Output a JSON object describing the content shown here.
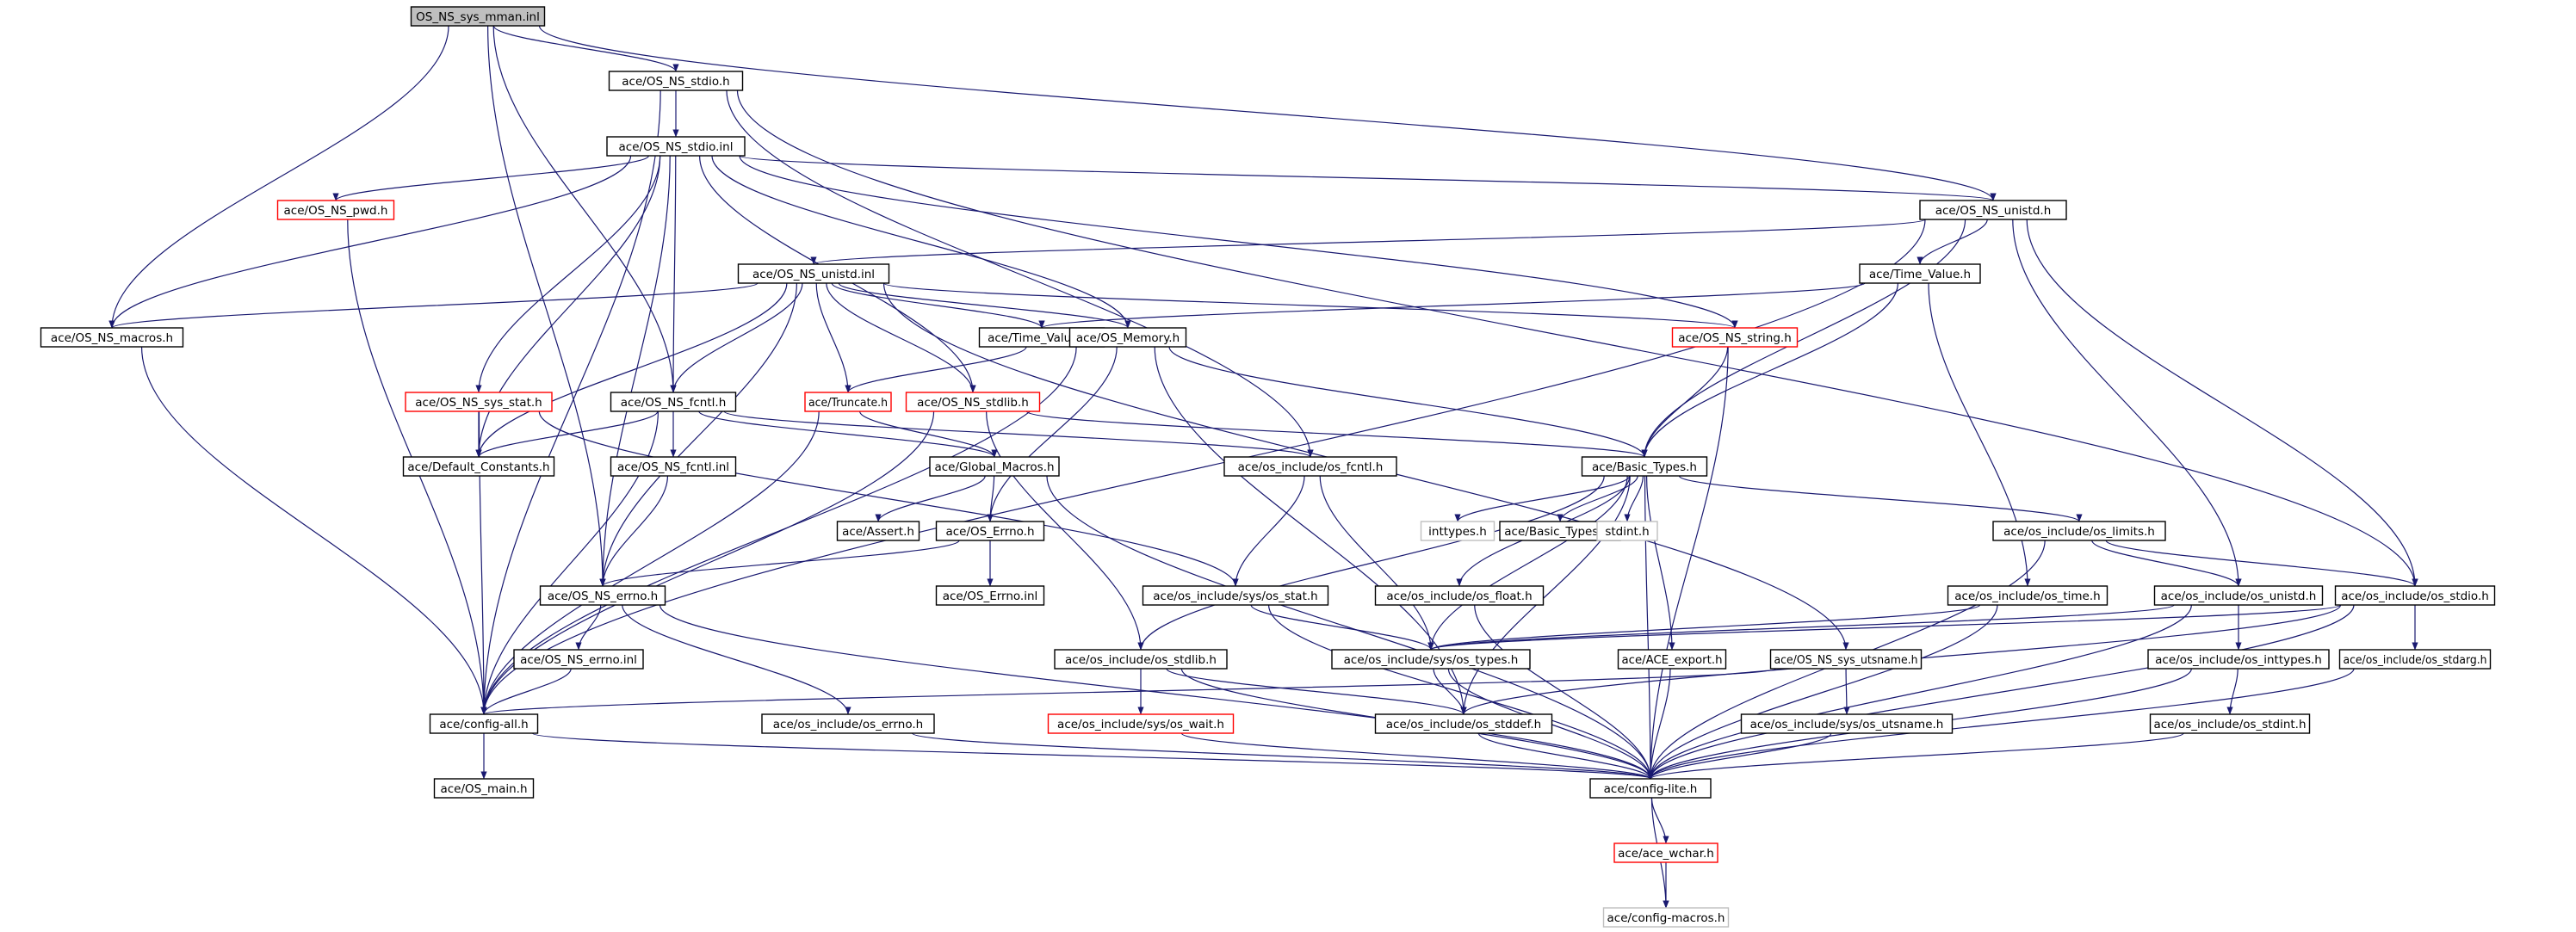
{
  "colors": {
    "edge": "#191970",
    "node_border": "#000000",
    "node_border_incomplete": "#ff0000",
    "node_border_external": "#bfbfbf",
    "node_fill_root": "#bfbfbf",
    "node_fill": "#ffffff"
  },
  "nodes": [
    {
      "id": "root",
      "label": "OS_NS_sys_mman.inl",
      "style": "root"
    },
    {
      "id": "stdio_h",
      "label": "ace/OS_NS_stdio.h",
      "style": "normal"
    },
    {
      "id": "stdio_inl",
      "label": "ace/OS_NS_stdio.inl",
      "style": "normal"
    },
    {
      "id": "unistd_h",
      "label": "ace/OS_NS_unistd.h",
      "style": "normal"
    },
    {
      "id": "pwd_h",
      "label": "ace/OS_NS_pwd.h",
      "style": "incomplete"
    },
    {
      "id": "unistd_inl",
      "label": "ace/OS_NS_unistd.inl",
      "style": "normal"
    },
    {
      "id": "time_value_h",
      "label": "ace/Time_Value.h",
      "style": "normal"
    },
    {
      "id": "macros_h",
      "label": "ace/OS_NS_macros.h",
      "style": "normal"
    },
    {
      "id": "time_value_inl",
      "label": "ace/Time_Value.inl",
      "style": "normal"
    },
    {
      "id": "memory_h",
      "label": "ace/OS_Memory.h",
      "style": "normal"
    },
    {
      "id": "string_h",
      "label": "ace/OS_NS_string.h",
      "style": "incomplete"
    },
    {
      "id": "sys_stat_h",
      "label": "ace/OS_NS_sys_stat.h",
      "style": "incomplete"
    },
    {
      "id": "fcntl_h",
      "label": "ace/OS_NS_fcntl.h",
      "style": "normal"
    },
    {
      "id": "truncate_h",
      "label": "ace/Truncate.h",
      "style": "incomplete"
    },
    {
      "id": "stdlib_h",
      "label": "ace/OS_NS_stdlib.h",
      "style": "incomplete"
    },
    {
      "id": "default_constants_h",
      "label": "ace/Default_Constants.h",
      "style": "normal"
    },
    {
      "id": "fcntl_inl",
      "label": "ace/OS_NS_fcntl.inl",
      "style": "normal"
    },
    {
      "id": "global_macros_h",
      "label": "ace/Global_Macros.h",
      "style": "normal"
    },
    {
      "id": "os_include_fcntl_h",
      "label": "ace/os_include/os_fcntl.h",
      "style": "normal"
    },
    {
      "id": "basic_types_h",
      "label": "ace/Basic_Types.h",
      "style": "normal"
    },
    {
      "id": "assert_h",
      "label": "ace/Assert.h",
      "style": "normal"
    },
    {
      "id": "os_errno_h",
      "label": "ace/OS_Errno.h",
      "style": "normal"
    },
    {
      "id": "inttypes_h",
      "label": "inttypes.h",
      "style": "external"
    },
    {
      "id": "basic_types_inl",
      "label": "ace/Basic_Types.inl",
      "style": "normal"
    },
    {
      "id": "stdint_h",
      "label": "stdint.h",
      "style": "external"
    },
    {
      "id": "os_limits_h",
      "label": "ace/os_include/os_limits.h",
      "style": "normal"
    },
    {
      "id": "ns_errno_h",
      "label": "ace/OS_NS_errno.h",
      "style": "normal"
    },
    {
      "id": "os_errno_inl",
      "label": "ace/OS_Errno.inl",
      "style": "normal"
    },
    {
      "id": "sys_os_stat_h",
      "label": "ace/os_include/sys/os_stat.h",
      "style": "normal"
    },
    {
      "id": "os_float_h",
      "label": "ace/os_include/os_float.h",
      "style": "normal"
    },
    {
      "id": "os_time_h",
      "label": "ace/os_include/os_time.h",
      "style": "normal"
    },
    {
      "id": "os_unistd_h",
      "label": "ace/os_include/os_unistd.h",
      "style": "normal"
    },
    {
      "id": "os_stdio_h",
      "label": "ace/os_include/os_stdio.h",
      "style": "normal"
    },
    {
      "id": "ns_errno_inl",
      "label": "ace/OS_NS_errno.inl",
      "style": "normal"
    },
    {
      "id": "os_stdlib_h",
      "label": "ace/os_include/os_stdlib.h",
      "style": "normal"
    },
    {
      "id": "sys_os_types_h",
      "label": "ace/os_include/sys/os_types.h",
      "style": "normal"
    },
    {
      "id": "ace_export_h",
      "label": "ace/ACE_export.h",
      "style": "normal"
    },
    {
      "id": "sys_utsname_h",
      "label": "ace/OS_NS_sys_utsname.h",
      "style": "normal"
    },
    {
      "id": "os_inttypes_h",
      "label": "ace/os_include/os_inttypes.h",
      "style": "normal"
    },
    {
      "id": "os_stdarg_h",
      "label": "ace/os_include/os_stdarg.h",
      "style": "normal"
    },
    {
      "id": "config_all_h",
      "label": "ace/config-all.h",
      "style": "normal"
    },
    {
      "id": "os_include_errno_h",
      "label": "ace/os_include/os_errno.h",
      "style": "normal"
    },
    {
      "id": "sys_os_wait_h",
      "label": "ace/os_include/sys/os_wait.h",
      "style": "incomplete"
    },
    {
      "id": "os_stddef_h",
      "label": "ace/os_include/os_stddef.h",
      "style": "normal"
    },
    {
      "id": "sys_os_utsname_h",
      "label": "ace/os_include/sys/os_utsname.h",
      "style": "normal"
    },
    {
      "id": "os_stdint_h",
      "label": "ace/os_include/os_stdint.h",
      "style": "normal"
    },
    {
      "id": "os_main_h",
      "label": "ace/OS_main.h",
      "style": "normal"
    },
    {
      "id": "config_lite_h",
      "label": "ace/config-lite.h",
      "style": "normal"
    },
    {
      "id": "ace_wchar_h",
      "label": "ace/ace_wchar.h",
      "style": "incomplete"
    },
    {
      "id": "config_macros_h",
      "label": "ace/config-macros.h",
      "style": "external"
    }
  ],
  "edges": [
    [
      "root",
      "stdio_h"
    ],
    [
      "root",
      "unistd_h"
    ],
    [
      "root",
      "macros_h"
    ],
    [
      "root",
      "fcntl_h"
    ],
    [
      "root",
      "ns_errno_h"
    ],
    [
      "stdio_h",
      "stdio_inl"
    ],
    [
      "stdio_h",
      "config_all_h"
    ],
    [
      "stdio_h",
      "os_include_fcntl_h"
    ],
    [
      "stdio_h",
      "os_stdio_h"
    ],
    [
      "stdio_inl",
      "fcntl_h"
    ],
    [
      "stdio_inl",
      "macros_h"
    ],
    [
      "stdio_inl",
      "pwd_h"
    ],
    [
      "stdio_inl",
      "sys_stat_h"
    ],
    [
      "stdio_inl",
      "unistd_h"
    ],
    [
      "stdio_inl",
      "memory_h"
    ],
    [
      "stdio_inl",
      "string_h"
    ],
    [
      "stdio_inl",
      "stdlib_h"
    ],
    [
      "stdio_inl",
      "default_constants_h"
    ],
    [
      "stdio_inl",
      "ns_errno_h"
    ],
    [
      "pwd_h",
      "config_all_h"
    ],
    [
      "unistd_h",
      "unistd_inl"
    ],
    [
      "unistd_h",
      "time_value_h"
    ],
    [
      "unistd_h",
      "basic_types_h"
    ],
    [
      "unistd_h",
      "os_unistd_h"
    ],
    [
      "unistd_h",
      "os_stdio_h"
    ],
    [
      "unistd_h",
      "config_all_h"
    ],
    [
      "unistd_inl",
      "macros_h"
    ],
    [
      "unistd_inl",
      "time_value_inl"
    ],
    [
      "unistd_inl",
      "memory_h"
    ],
    [
      "unistd_inl",
      "string_h"
    ],
    [
      "unistd_inl",
      "fcntl_h"
    ],
    [
      "unistd_inl",
      "truncate_h"
    ],
    [
      "unistd_inl",
      "default_constants_h"
    ],
    [
      "unistd_inl",
      "ns_errno_h"
    ],
    [
      "unistd_inl",
      "sys_utsname_h"
    ],
    [
      "unistd_inl",
      "stdlib_h"
    ],
    [
      "time_value_h",
      "time_value_inl"
    ],
    [
      "time_value_h",
      "basic_types_h"
    ],
    [
      "time_value_h",
      "os_time_h"
    ],
    [
      "macros_h",
      "config_all_h"
    ],
    [
      "time_value_inl",
      "truncate_h"
    ],
    [
      "memory_h",
      "basic_types_h"
    ],
    [
      "memory_h",
      "os_errno_h"
    ],
    [
      "memory_h",
      "os_stddef_h"
    ],
    [
      "memory_h",
      "config_all_h"
    ],
    [
      "string_h",
      "basic_types_h"
    ],
    [
      "string_h",
      "config_lite_h"
    ],
    [
      "sys_stat_h",
      "default_constants_h"
    ],
    [
      "sys_stat_h",
      "sys_os_stat_h"
    ],
    [
      "sys_stat_h",
      "config_all_h"
    ],
    [
      "fcntl_h",
      "default_constants_h"
    ],
    [
      "fcntl_h",
      "fcntl_inl"
    ],
    [
      "fcntl_h",
      "global_macros_h"
    ],
    [
      "fcntl_h",
      "os_include_fcntl_h"
    ],
    [
      "fcntl_h",
      "config_all_h"
    ],
    [
      "truncate_h",
      "global_macros_h"
    ],
    [
      "truncate_h",
      "config_all_h"
    ],
    [
      "stdlib_h",
      "basic_types_h"
    ],
    [
      "stdlib_h",
      "os_stdlib_h"
    ],
    [
      "stdlib_h",
      "config_all_h"
    ],
    [
      "fcntl_inl",
      "ns_errno_h"
    ],
    [
      "global_macros_h",
      "assert_h"
    ],
    [
      "global_macros_h",
      "os_errno_h"
    ],
    [
      "global_macros_h",
      "config_lite_h"
    ],
    [
      "os_include_fcntl_h",
      "sys_os_stat_h"
    ],
    [
      "os_include_fcntl_h",
      "sys_os_types_h"
    ],
    [
      "basic_types_h",
      "inttypes_h"
    ],
    [
      "basic_types_h",
      "basic_types_inl"
    ],
    [
      "basic_types_h",
      "stdint_h"
    ],
    [
      "basic_types_h",
      "os_limits_h"
    ],
    [
      "basic_types_h",
      "os_float_h"
    ],
    [
      "basic_types_h",
      "os_stdlib_h"
    ],
    [
      "basic_types_h",
      "sys_os_types_h"
    ],
    [
      "basic_types_h",
      "ace_export_h"
    ],
    [
      "basic_types_h",
      "os_stddef_h"
    ],
    [
      "basic_types_h",
      "config_lite_h"
    ],
    [
      "os_errno_h",
      "ns_errno_h"
    ],
    [
      "os_errno_h",
      "os_errno_inl"
    ],
    [
      "os_limits_h",
      "os_unistd_h"
    ],
    [
      "os_limits_h",
      "os_stdio_h"
    ],
    [
      "os_limits_h",
      "config_lite_h"
    ],
    [
      "ns_errno_h",
      "ns_errno_inl"
    ],
    [
      "ns_errno_h",
      "os_include_errno_h"
    ],
    [
      "ns_errno_h",
      "config_lite_h"
    ],
    [
      "sys_os_stat_h",
      "sys_os_types_h"
    ],
    [
      "sys_os_stat_h",
      "config_lite_h"
    ],
    [
      "os_float_h",
      "config_lite_h"
    ],
    [
      "os_time_h",
      "sys_os_types_h"
    ],
    [
      "os_time_h",
      "config_lite_h"
    ],
    [
      "os_unistd_h",
      "sys_os_types_h"
    ],
    [
      "os_unistd_h",
      "os_inttypes_h"
    ],
    [
      "os_unistd_h",
      "config_lite_h"
    ],
    [
      "os_stdio_h",
      "os_stdarg_h"
    ],
    [
      "os_stdio_h",
      "os_stddef_h"
    ],
    [
      "os_stdio_h",
      "sys_os_types_h"
    ],
    [
      "os_stdio_h",
      "config_lite_h"
    ],
    [
      "ns_errno_inl",
      "config_all_h"
    ],
    [
      "os_stdlib_h",
      "sys_os_wait_h"
    ],
    [
      "os_stdlib_h",
      "os_stddef_h"
    ],
    [
      "os_stdlib_h",
      "config_lite_h"
    ],
    [
      "sys_os_types_h",
      "os_stddef_h"
    ],
    [
      "sys_os_types_h",
      "config_lite_h"
    ],
    [
      "ace_export_h",
      "config_lite_h"
    ],
    [
      "sys_utsname_h",
      "sys_os_utsname_h"
    ],
    [
      "sys_utsname_h",
      "config_all_h"
    ],
    [
      "os_inttypes_h",
      "os_stdint_h"
    ],
    [
      "os_inttypes_h",
      "config_lite_h"
    ],
    [
      "os_stdarg_h",
      "config_lite_h"
    ],
    [
      "config_all_h",
      "os_main_h"
    ],
    [
      "config_all_h",
      "config_lite_h"
    ],
    [
      "os_include_errno_h",
      "config_lite_h"
    ],
    [
      "sys_os_wait_h",
      "config_lite_h"
    ],
    [
      "os_stddef_h",
      "config_lite_h"
    ],
    [
      "sys_os_utsname_h",
      "config_lite_h"
    ],
    [
      "os_stdint_h",
      "config_lite_h"
    ],
    [
      "config_lite_h",
      "ace_wchar_h"
    ],
    [
      "config_lite_h",
      "config_macros_h"
    ],
    [
      "ace_wchar_h",
      "config_macros_h"
    ]
  ]
}
